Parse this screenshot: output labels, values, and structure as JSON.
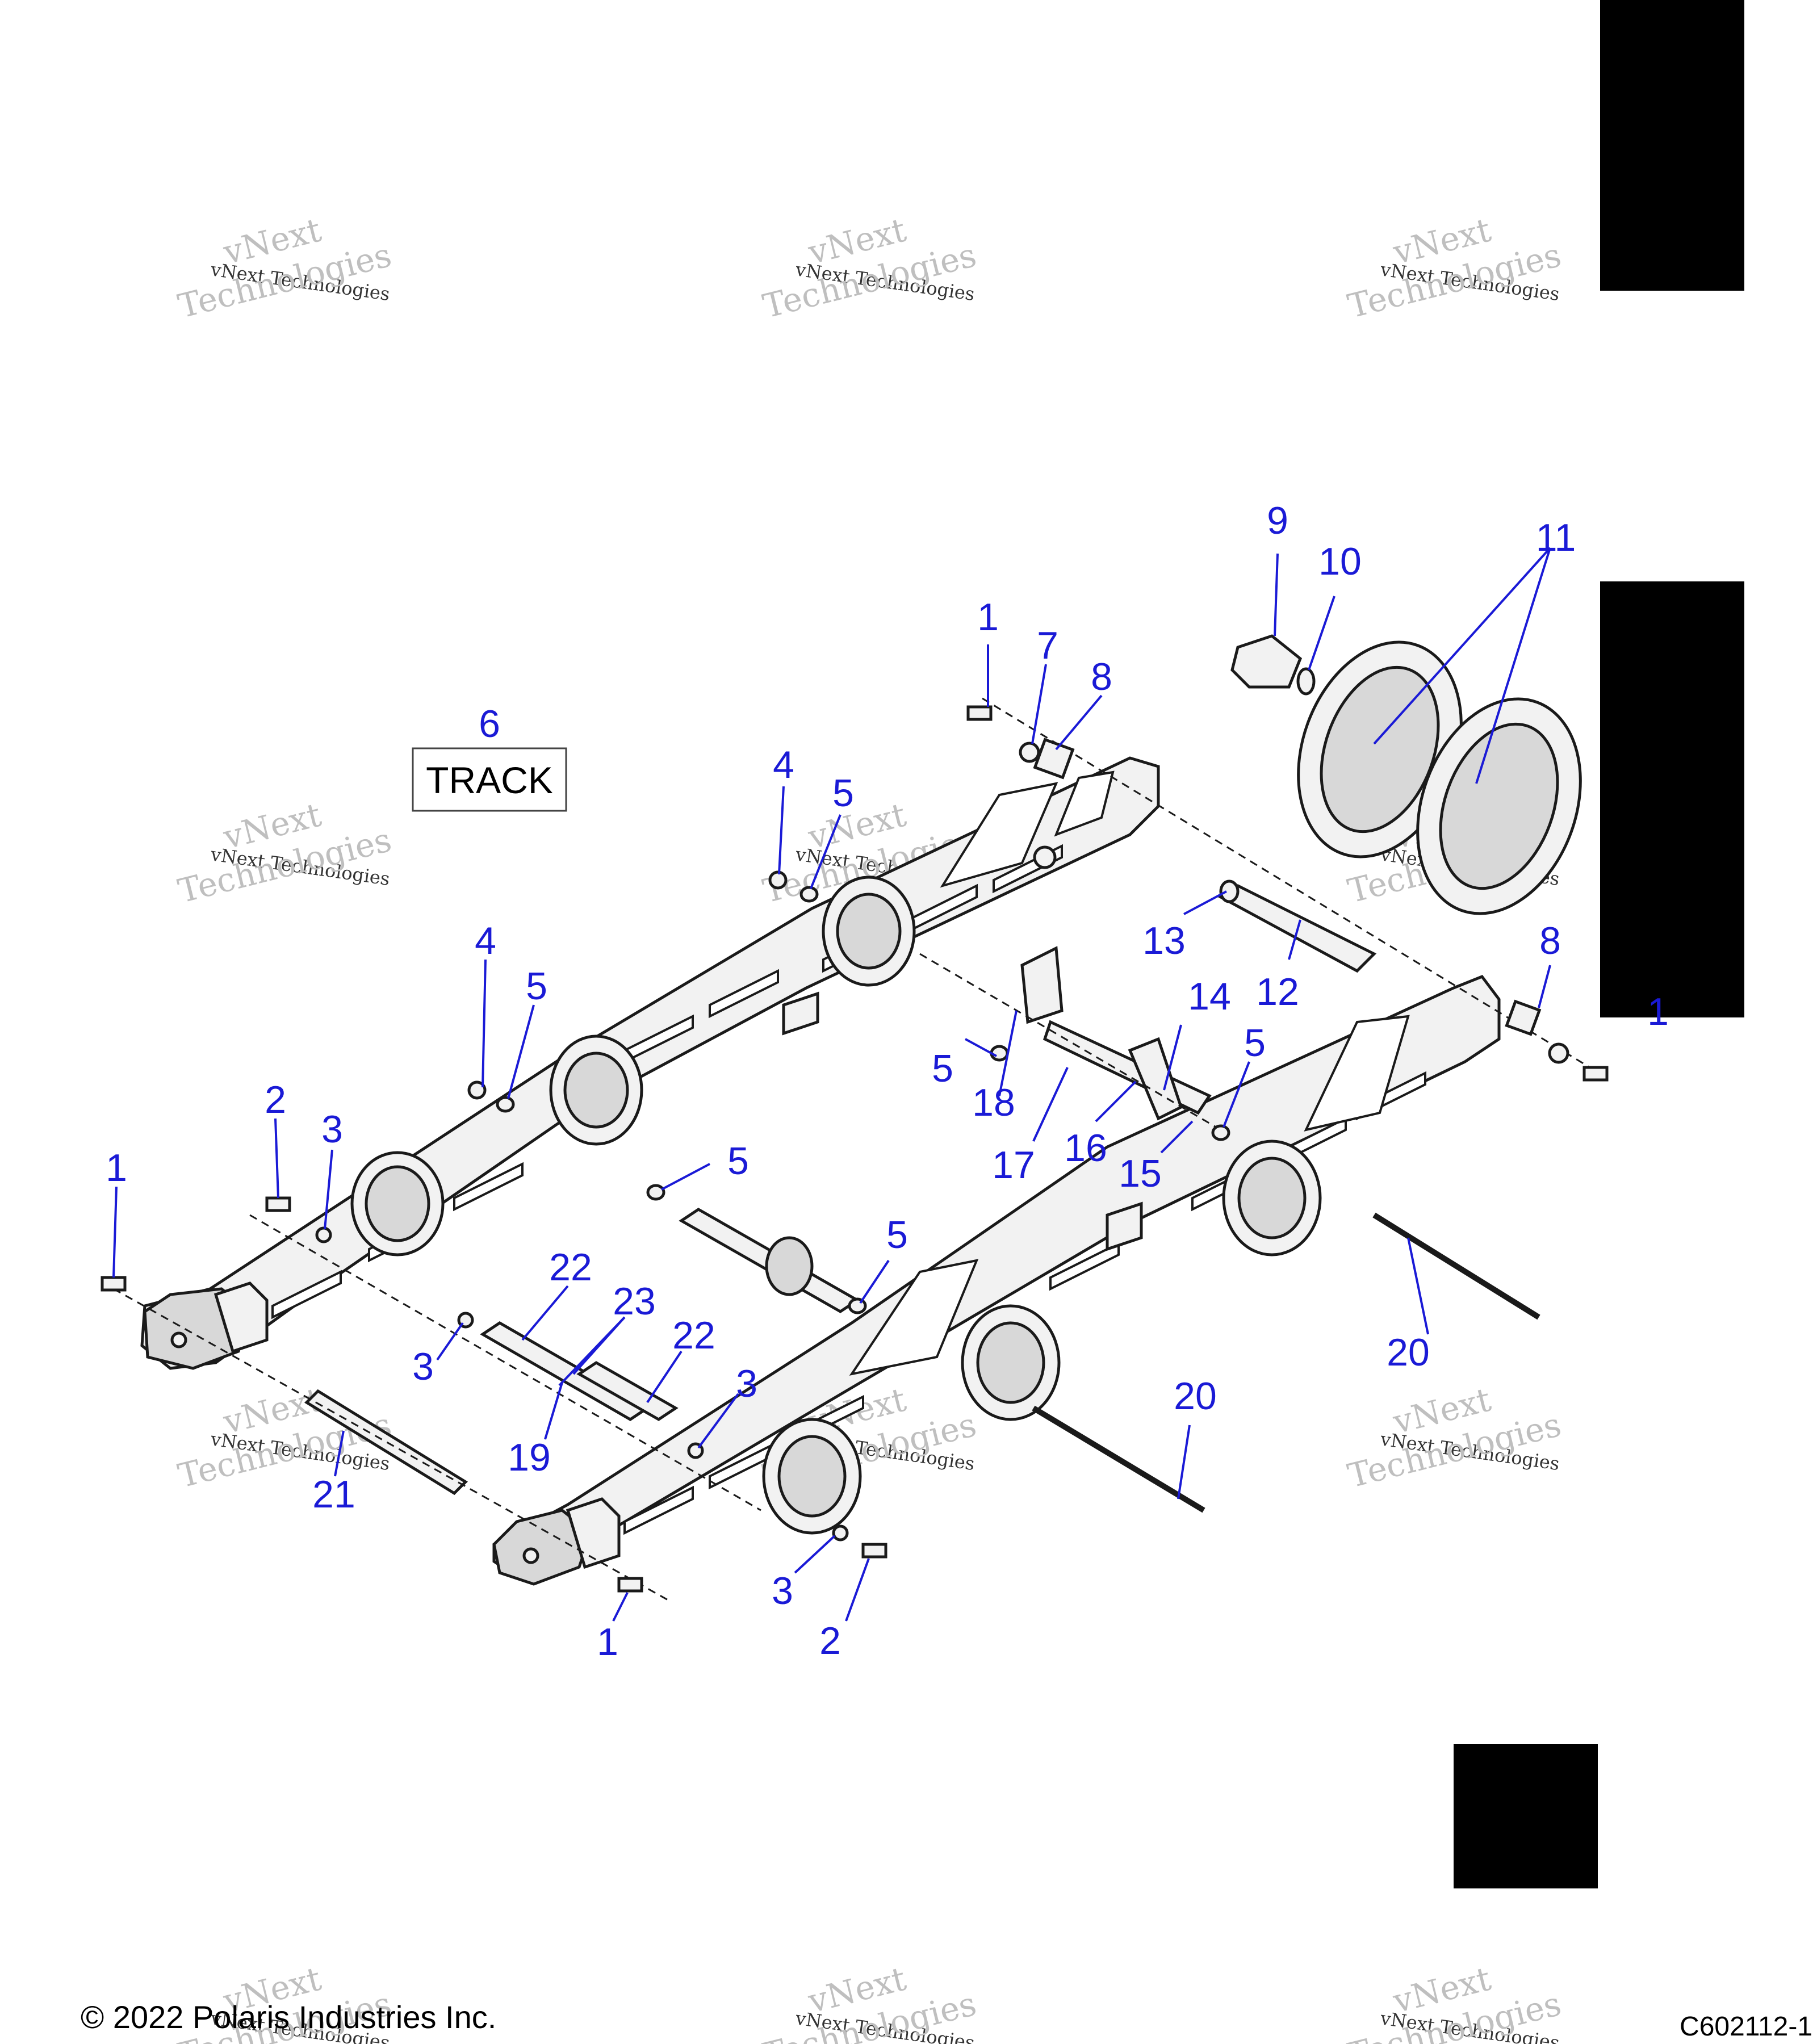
{
  "track_label": {
    "number": "6",
    "text": "TRACK"
  },
  "callouts": [
    "1",
    "7",
    "8",
    "9",
    "10",
    "11",
    "4",
    "5",
    "13",
    "12",
    "8",
    "1",
    "4",
    "5",
    "5",
    "18",
    "14",
    "17",
    "16",
    "5",
    "15",
    "2",
    "3",
    "1",
    "5",
    "5",
    "20",
    "22",
    "23",
    "22",
    "3",
    "19",
    "3",
    "21",
    "20",
    "3",
    "2",
    "1"
  ],
  "watermarks": [
    {
      "line1": "vNext",
      "line2": "vNext Technologies",
      "line3": "Technologies"
    },
    {
      "line1": "vNext",
      "line2": "vNext Technologies",
      "line3": "Technologies"
    },
    {
      "line1": "vNext",
      "line2": "vNext Technologies",
      "line3": "Technologies"
    },
    {
      "line1": "vNext",
      "line2": "vNext Technologies",
      "line3": "Technologies"
    },
    {
      "line1": "vNext",
      "line2": "vNext Technologies",
      "line3": "Technologies"
    },
    {
      "line1": "vNext",
      "line2": "vNext Technologies",
      "line3": "Technologies"
    },
    {
      "line1": "vNext",
      "line2": "vNext Technologies",
      "line3": "Technologies"
    },
    {
      "line1": "vNext",
      "line2": "vNext Technologies",
      "line3": "Technologies"
    },
    {
      "line1": "vNext",
      "line2": "vNext Technologies",
      "line3": "Technologies"
    },
    {
      "line1": "vNext",
      "line2": "vNext Technologies",
      "line3": "Technologies"
    },
    {
      "line1": "vNext",
      "line2": "vNext Technologies",
      "line3": "Technologies"
    },
    {
      "line1": "vNext",
      "line2": "vNext Technologies",
      "line3": "Technologies"
    }
  ],
  "footer": {
    "copyright": "© 2022 Polaris Industries Inc.",
    "figure_id": "C602112-1"
  }
}
